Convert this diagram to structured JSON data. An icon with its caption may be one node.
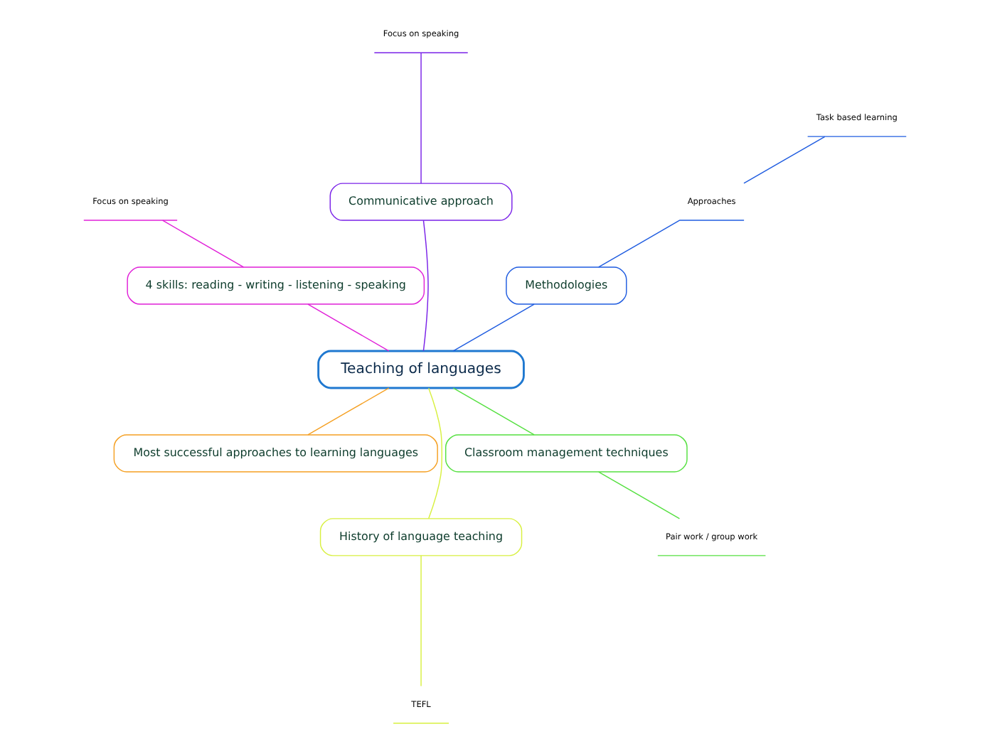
{
  "diagram": {
    "nodes": [
      {
        "text": [
          "Teaching of languages"
        ]
      },
      {
        "text": [
          "Methodologies"
        ]
      },
      {
        "text": [
          "Approaches"
        ]
      },
      {
        "text": [
          "Task based learning"
        ]
      },
      {
        "text": [
          "Communicative approach"
        ]
      },
      {
        "text": [
          "Focus on speaking"
        ]
      },
      {
        "text": [
          "4 skills: reading - writing - listening - speaking"
        ]
      },
      {
        "text": [
          "Focus on speaking"
        ]
      },
      {
        "text": [
          "Most successful approaches to learning languages"
        ]
      },
      {
        "text": [
          "History of language teaching"
        ]
      },
      {
        "text": [
          "TEFL"
        ]
      },
      {
        "text": [
          "Classroom management techniques"
        ]
      },
      {
        "text": [
          "Pair work / group work"
        ]
      }
    ],
    "edges": [
      {
        "from": 0,
        "to": 1,
        "arrow": "none",
        "color": "#1f5ce0"
      },
      {
        "from": 1,
        "to": 2,
        "arrow": "none",
        "color": "#1f5ce0"
      },
      {
        "from": 2,
        "to": 3,
        "arrow": "none",
        "color": "#1f5ce0"
      },
      {
        "from": 0,
        "to": 4,
        "arrow": "none",
        "color": "#7a22e8"
      },
      {
        "from": 4,
        "to": 5,
        "arrow": "none",
        "color": "#7a22e8"
      },
      {
        "from": 0,
        "to": 6,
        "arrow": "none",
        "color": "#e020d8"
      },
      {
        "from": 6,
        "to": 7,
        "arrow": "none",
        "color": "#e020d8"
      },
      {
        "from": 0,
        "to": 8,
        "arrow": "none",
        "color": "#f5a023"
      },
      {
        "from": 0,
        "to": 9,
        "arrow": "none",
        "color": "#d8f040"
      },
      {
        "from": 9,
        "to": 10,
        "arrow": "none",
        "color": "#d8f040"
      },
      {
        "from": 0,
        "to": 11,
        "arrow": "none",
        "color": "#55e040"
      },
      {
        "from": 11,
        "to": 12,
        "arrow": "none",
        "color": "#55e040"
      }
    ]
  }
}
